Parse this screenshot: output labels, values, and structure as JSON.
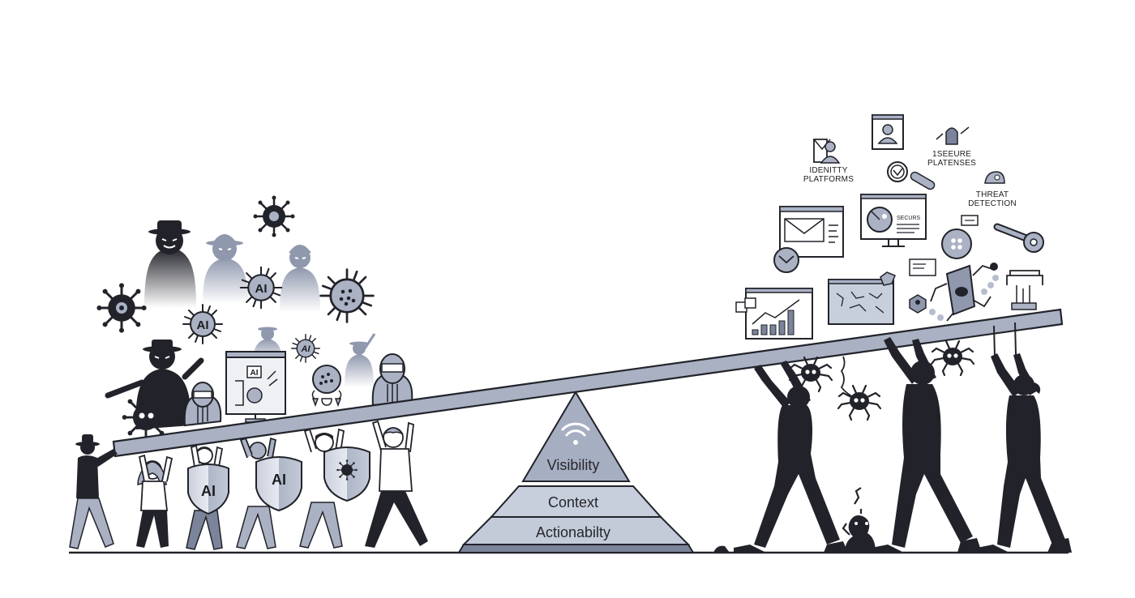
{
  "scene": {
    "title": "Security balance seesaw illustration",
    "colors": {
      "background": "#ffffff",
      "ink": "#1c1d22",
      "silhouette": "#22232a",
      "steel": "#a9b1c3",
      "steel_light": "#c7cedc",
      "steel_dark": "#7b849a"
    }
  },
  "fulcrum": {
    "layers": [
      {
        "label": "Visibility",
        "icon": "wifi-signal-icon"
      },
      {
        "label": "Context"
      },
      {
        "label": "Actionabilty"
      }
    ]
  },
  "left_side": {
    "description": "Defenders with AI shields lifting the low end of the beam, weighed down by attackers and AI malware",
    "shield_labels": [
      "AI",
      "AI"
    ],
    "virus_labels": [
      "AI",
      "AI",
      "AI"
    ],
    "monitor_label": "AI"
  },
  "right_side": {
    "description": "Silhouetted people pushing up the high end of the beam holding security tools",
    "tool_labels": [
      {
        "label": "IDENITTY PLATFORMS",
        "icon": "identity-icon"
      },
      {
        "label": "1SEEURE PLATENSES",
        "icon": "secure-platform-icon"
      },
      {
        "label": "THREAT DETECTION",
        "icon": "threat-detection-icon"
      }
    ],
    "monitor_text": "SECURS"
  }
}
